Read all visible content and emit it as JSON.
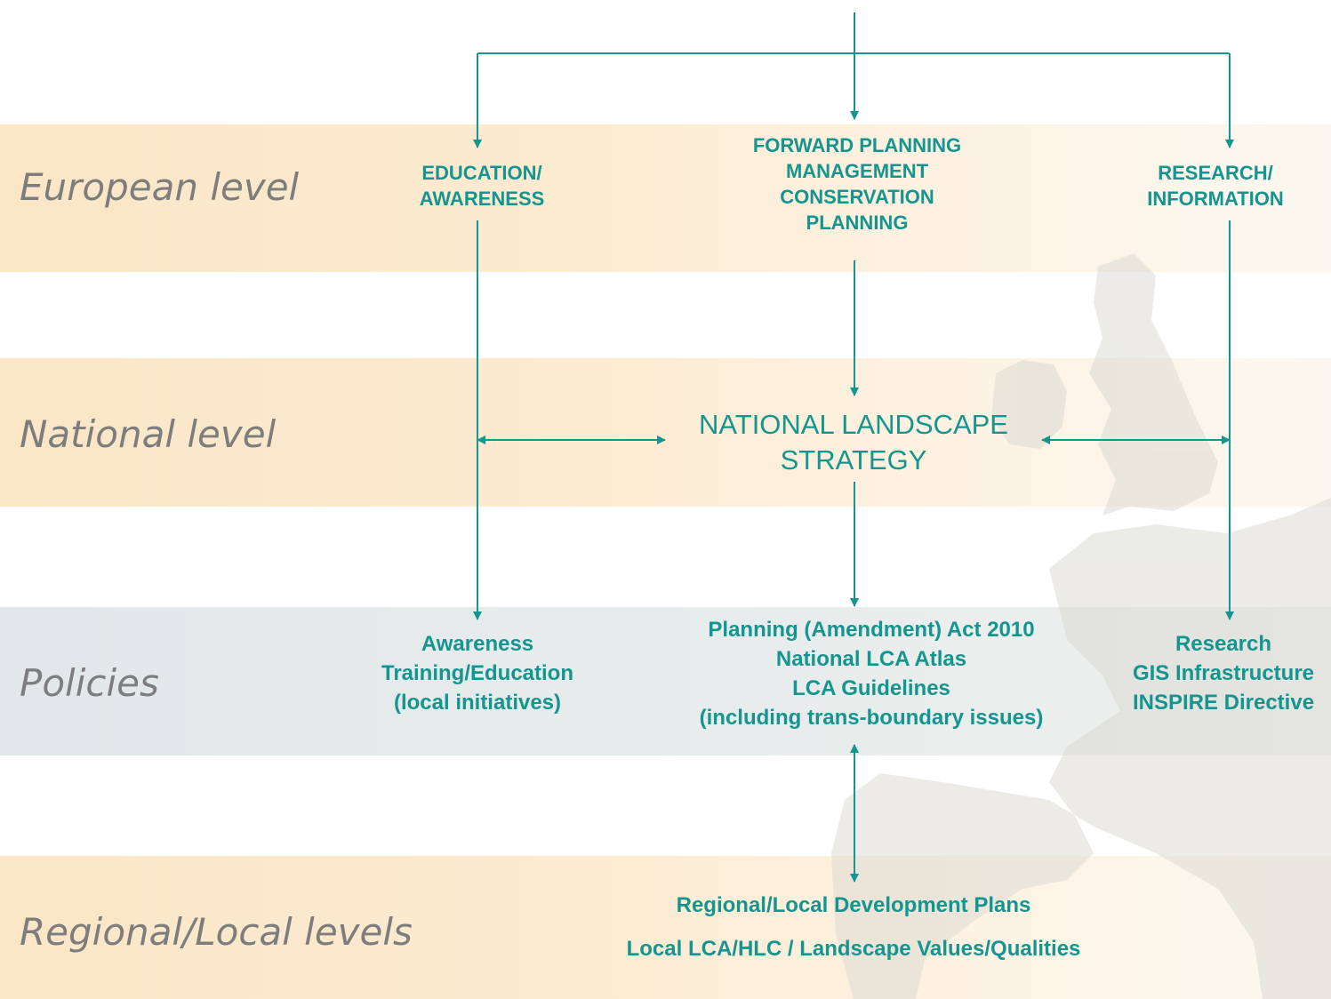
{
  "levels": {
    "european": "European level",
    "national": "National level",
    "policies": "Policies",
    "regional": "Regional/Local levels"
  },
  "european_nodes": {
    "education": [
      "EDUCATION/",
      "AWARENESS"
    ],
    "forward_planning": [
      "FORWARD PLANNING",
      "MANAGEMENT",
      "CONSERVATION",
      "PLANNING"
    ],
    "research": [
      "RESEARCH/",
      "INFORMATION"
    ]
  },
  "national_node": [
    "NATIONAL LANDSCAPE",
    "STRATEGY"
  ],
  "policy_nodes": {
    "awareness": [
      "Awareness",
      "Training/Education",
      "(local initiatives)"
    ],
    "planning": [
      "Planning (Amendment) Act 2010",
      "National LCA Atlas",
      "LCA Guidelines",
      "(including trans-boundary issues)"
    ],
    "research": [
      "Research",
      "GIS Infrastructure",
      "INSPIRE Directive"
    ]
  },
  "regional_node": [
    "Regional/Local Development Plans",
    "Local LCA/HLC / Landscape Values/Qualities"
  ],
  "colors": {
    "accent": "#15958f",
    "label": "#7d7d7d",
    "band_warm": "#fbe6c6",
    "band_cool": "#e2e8e9"
  }
}
